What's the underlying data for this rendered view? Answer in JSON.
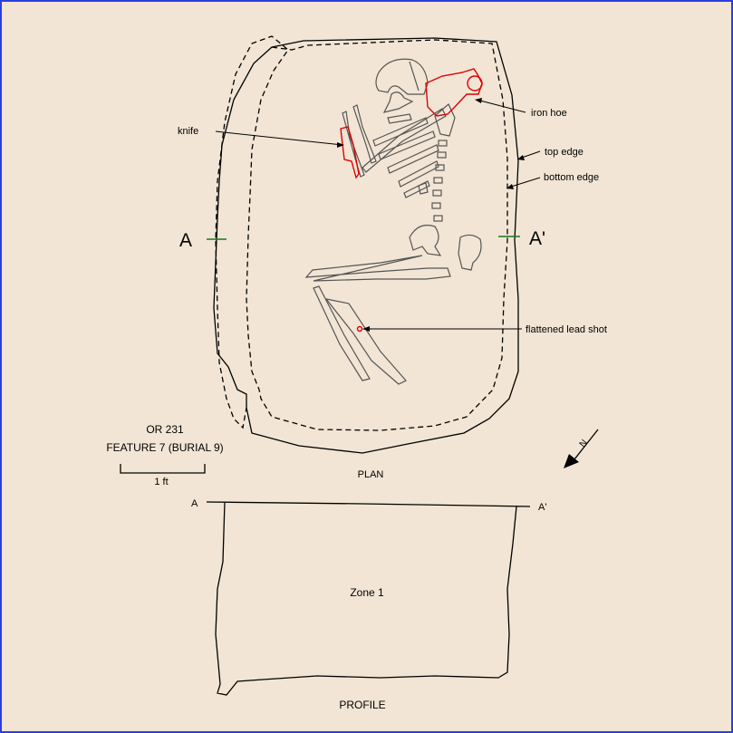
{
  "site": "OR 231",
  "feature": "FEATURE 7 (BURIAL 9)",
  "scale_label": "1 ft",
  "plan_label": "PLAN",
  "profile_label": "PROFILE",
  "section_start": "A",
  "section_end": "A'",
  "zone_label": "Zone 1",
  "north_label": "N",
  "annotations": {
    "iron_hoe": "iron hoe",
    "knife": "knife",
    "top_edge": "top edge",
    "bottom_edge": "bottom edge",
    "lead_shot": "flattened lead shot"
  },
  "colors": {
    "background": "#f2e5d5",
    "border": "#2a3fe0",
    "artifact": "#e00000",
    "bone": "#555555",
    "section_tick": "#1a7a1a"
  }
}
